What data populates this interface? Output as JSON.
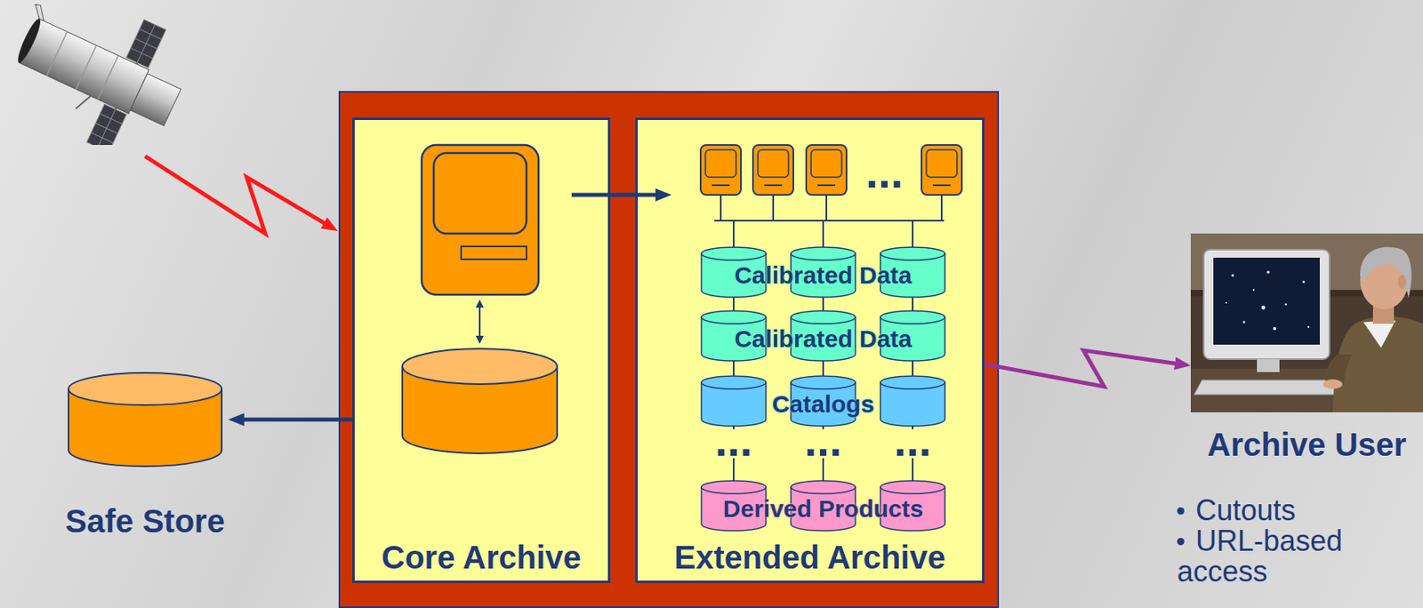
{
  "diagram": {
    "nodes": [
      {
        "text": [
          "Safe Store"
        ]
      },
      {
        "text": [
          "Core Archive"
        ]
      },
      {
        "text": [
          "Extended Archive"
        ]
      },
      {
        "text": [
          "Calibrated Data"
        ],
        "in": 2
      },
      {
        "text": [
          "Calibrated Data"
        ],
        "in": 2
      },
      {
        "text": [
          "Catalogs"
        ],
        "in": 2
      },
      {
        "text": [
          "Derived Products"
        ],
        "in": 2
      },
      {
        "text": [
          "Archive User"
        ]
      }
    ],
    "edges": [
      {
        "from": 1,
        "to": 0,
        "arrow": "to"
      },
      {
        "from": 2,
        "to": 7,
        "arrow": "to"
      }
    ],
    "labels": [
      "...",
      "...",
      "...",
      "...",
      "Cutouts",
      "URL-based access"
    ]
  }
}
